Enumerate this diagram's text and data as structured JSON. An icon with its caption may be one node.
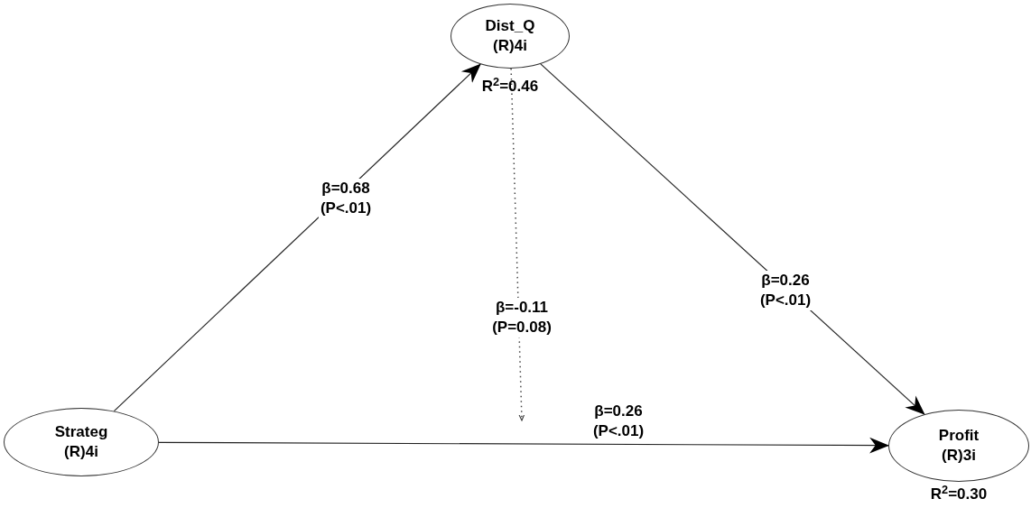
{
  "diagram": {
    "nodes": [
      {
        "text": [
          "Dist_Q",
          "(R)4i"
        ],
        "beside": [
          "R$^{2}$=0.46"
        ]
      },
      {
        "text": [
          "Strateg",
          "(R)4i"
        ]
      },
      {
        "text": [
          "Profit",
          "(R)3i"
        ],
        "beside": [
          "R$^{2}$=0.30"
        ]
      }
    ],
    "edges": [
      {
        "from": 1,
        "to": 0,
        "arrow": "to",
        "label": "β=0.68 (P<.01)"
      },
      {
        "from": 0,
        "to": 2,
        "arrow": "to",
        "label": "β=0.26 (P<.01)"
      },
      {
        "from": 0,
        "to": null,
        "arrow": "to",
        "style": "dashed",
        "label": "β=-0.11 (P=0.08)"
      },
      {
        "from": 1,
        "to": 2,
        "arrow": "to",
        "label": "β=0.26 (P<.01)"
      }
    ]
  }
}
